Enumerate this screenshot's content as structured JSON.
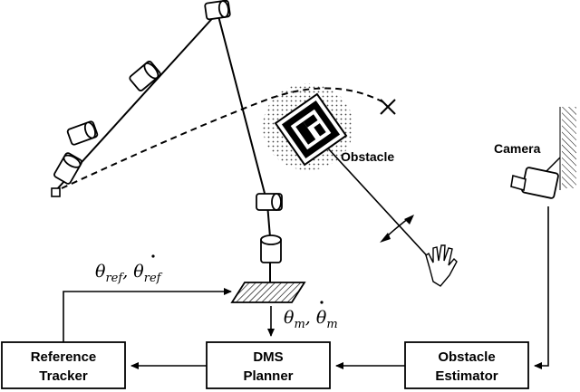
{
  "blocks": {
    "reference_tracker": [
      "Reference",
      "Tracker"
    ],
    "dms_planner": [
      "DMS",
      "Planner"
    ],
    "obstacle_estimator": [
      "Obstacle",
      "Estimator"
    ]
  },
  "labels": {
    "obstacle": "Obstacle",
    "camera": "Camera"
  },
  "signals": {
    "reference": {
      "main": "θ",
      "sub": "ref",
      "sep": ", ",
      "dot_main": "θ",
      "dot_sub": "ref"
    },
    "measured": {
      "main": "θ",
      "sub": "m",
      "sep": ", ",
      "dot_main": "θ",
      "dot_sub": "m"
    }
  }
}
